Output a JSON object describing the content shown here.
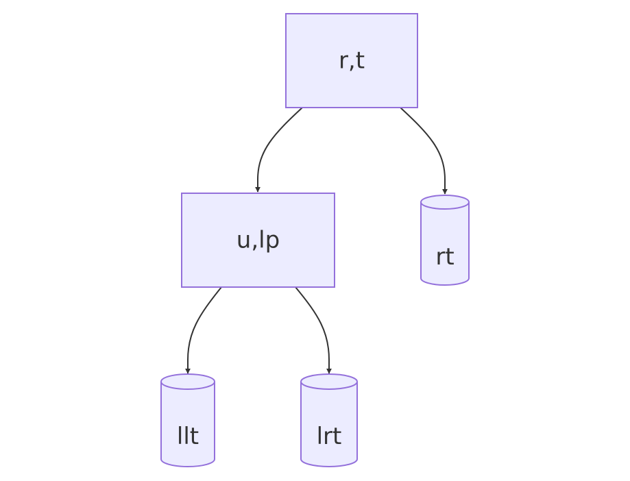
{
  "diagram": {
    "type": "flowchart",
    "colors": {
      "node_fill": "#ececff",
      "node_stroke": "#9370db",
      "edge": "#333333",
      "text": "#333333",
      "background": "#ffffff"
    },
    "nodes": [
      {
        "id": "rt_root",
        "label": "r,t",
        "shape": "rectangle"
      },
      {
        "id": "ulp",
        "label": "u,lp",
        "shape": "rectangle"
      },
      {
        "id": "rt",
        "label": "rt",
        "shape": "cylinder"
      },
      {
        "id": "llt",
        "label": "llt",
        "shape": "cylinder"
      },
      {
        "id": "lrt",
        "label": "lrt",
        "shape": "cylinder"
      }
    ],
    "edges": [
      {
        "from": "rt_root",
        "to": "ulp"
      },
      {
        "from": "rt_root",
        "to": "rt"
      },
      {
        "from": "ulp",
        "to": "llt"
      },
      {
        "from": "ulp",
        "to": "lrt"
      }
    ]
  }
}
